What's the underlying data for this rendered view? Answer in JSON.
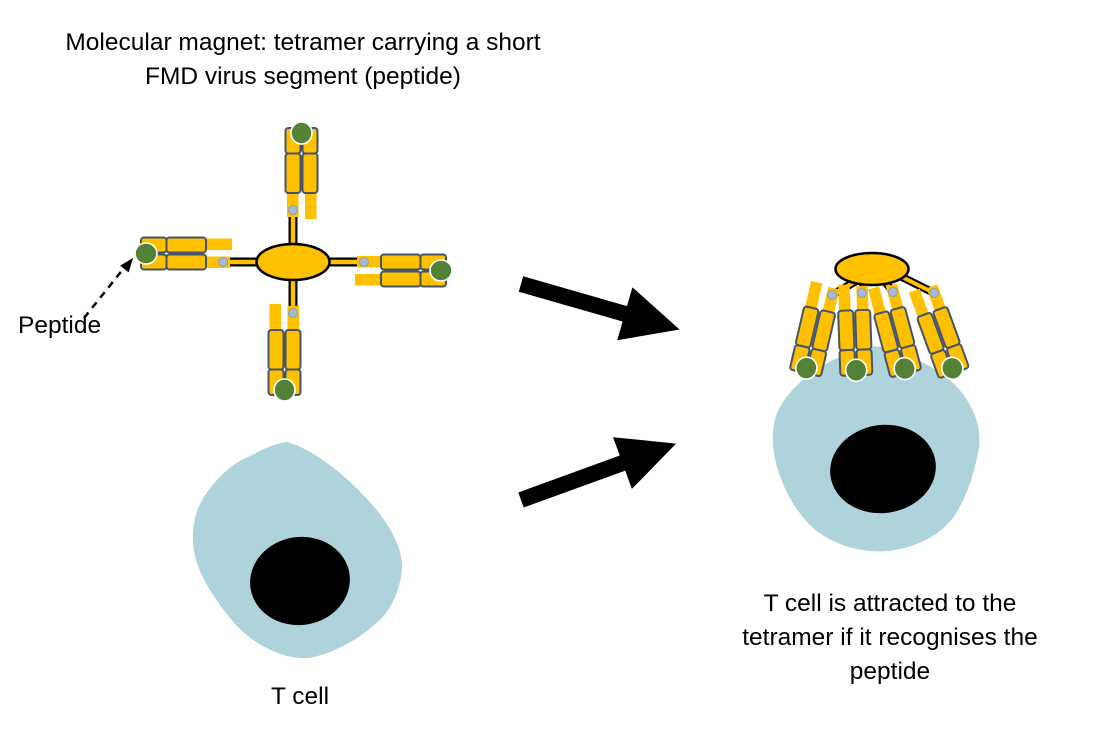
{
  "title": {
    "lines": [
      "Molecular magnet: tetramer carrying a short",
      "FMD virus segment (peptide)"
    ]
  },
  "labels": {
    "peptide": "Peptide",
    "t_cell": "T cell"
  },
  "caption": {
    "lines": [
      "T cell is attracted to the",
      "tetramer if it recognises the",
      "peptide"
    ]
  },
  "icons": {
    "left_figure": "tetramer-cross-icon",
    "right_figure": "tetramer-bound-to-cell-icon",
    "arrows": "right-block-arrow-icon",
    "pointer": "dashed-arrow-icon"
  },
  "colors": {
    "gold": "#FFC000",
    "outline": "#44546A",
    "green": "#538135",
    "dot_fill": "#A6B8D4",
    "dot_stroke": "#8497B0",
    "cell": "#AFD3DA",
    "ink": "#000000"
  }
}
